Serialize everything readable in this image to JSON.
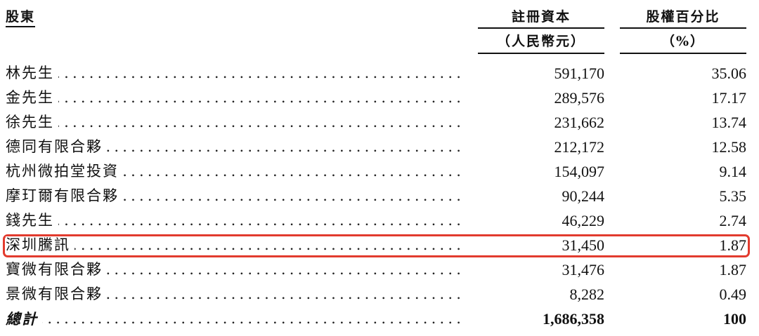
{
  "header": {
    "shareholder": "股東",
    "capital": "註冊資本",
    "capital_unit": "（人民幣元）",
    "percentage": "股權百分比",
    "percentage_unit": "（%）"
  },
  "rows": [
    {
      "name": "林先生",
      "capital": "591,170",
      "percentage": "35.06"
    },
    {
      "name": "金先生",
      "capital": "289,576",
      "percentage": "17.17"
    },
    {
      "name": "徐先生",
      "capital": "231,662",
      "percentage": "13.74"
    },
    {
      "name": "德同有限合夥",
      "capital": "212,172",
      "percentage": "12.58"
    },
    {
      "name": "杭州微拍堂投資",
      "capital": "154,097",
      "percentage": "9.14"
    },
    {
      "name": "摩玎爾有限合夥",
      "capital": "90,244",
      "percentage": "5.35"
    },
    {
      "name": "錢先生",
      "capital": "46,229",
      "percentage": "2.74"
    },
    {
      "name": "深圳騰訊",
      "capital": "31,450",
      "percentage": "1.87"
    },
    {
      "name": "寶微有限合夥",
      "capital": "31,476",
      "percentage": "1.87"
    },
    {
      "name": "景微有限合夥",
      "capital": "8,282",
      "percentage": "0.49"
    }
  ],
  "total": {
    "name": "總計",
    "capital": "1,686,358",
    "percentage": "100"
  },
  "highlight": {
    "row_index": 7,
    "color": "#e23b2e"
  },
  "leader_text": "..............................................................................................."
}
